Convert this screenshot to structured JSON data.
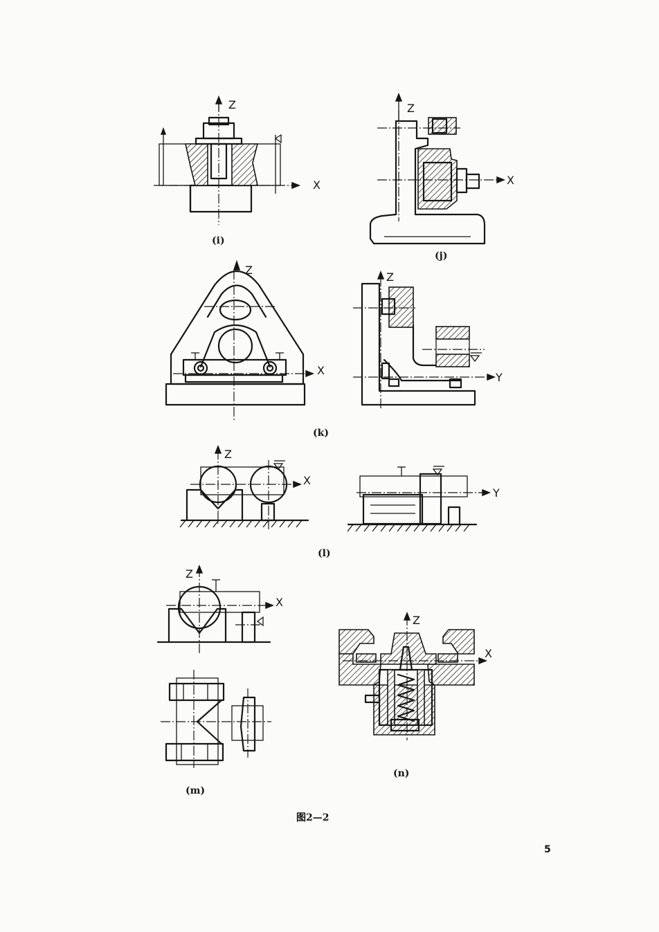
{
  "axes": {
    "x": "X",
    "y": "Y",
    "z": "Z"
  },
  "captions": {
    "i": "(i)",
    "j": "(j)",
    "k": "(k)",
    "l": "(l)",
    "m": "(m)",
    "n": "(n)"
  },
  "figure_caption": "图2—2",
  "page_number": "5"
}
